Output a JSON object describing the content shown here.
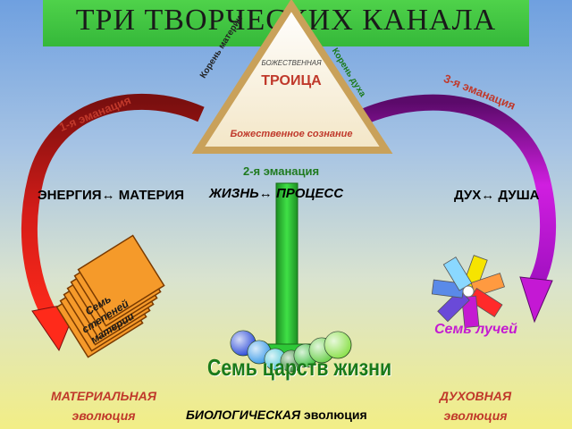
{
  "title": "ТРИ ТВОРЧЕСКИХ КАНАЛА",
  "triangle": {
    "top_small": "БОЖЕСТВЕННАЯ",
    "main": "ТРОИЦА",
    "bottom": "Божественное сознание",
    "left_side": "Корень материи",
    "right_side": "Корень духа"
  },
  "emanations": {
    "first": "1-я эманация",
    "second": "2-я эманация",
    "third": "3-я эманация"
  },
  "pairs": {
    "left": "ЭНЕРГИЯ↔ МАТЕРИЯ",
    "center": "ЖИЗНЬ↔ ПРОЦЕСС",
    "right": "ДУХ↔ ДУША"
  },
  "stack_label": "Семь степеней материи",
  "rays_label": "Семь лучей",
  "kingdoms_label": "Семь царств жизни",
  "evolution": {
    "material_1": "МАТЕРИАЛЬНАЯ",
    "material_2": "эволюция",
    "biological_1": "БИОЛОГИЧЕСКАЯ",
    "biological_2": "эволюция",
    "spiritual_1": "ДУХОВНАЯ",
    "spiritual_2": "эволюция"
  },
  "colors": {
    "banner": "#3fc43f",
    "triangle_border": "#c9a15a",
    "left_arrow": "#e0201a",
    "right_arrow": "#c41ad1",
    "center_arrow": "#2ec837",
    "stack": "#f59a2a"
  }
}
